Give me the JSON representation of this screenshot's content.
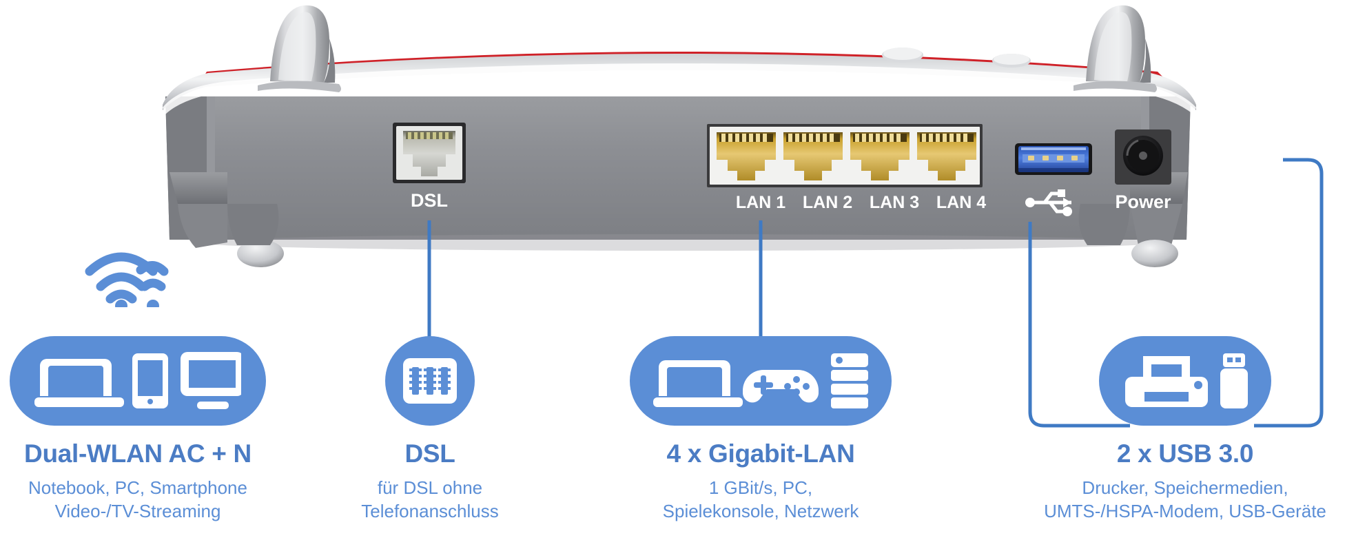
{
  "device": {
    "name": "FRITZ!Box style DSL router (rear view)",
    "accent_red": "#d42a2a",
    "body_gray": "#8a8c90",
    "ports": {
      "dsl_label": "DSL",
      "lan_labels": [
        "LAN 1",
        "LAN 2",
        "LAN 3",
        "LAN 4"
      ],
      "usb_label": "usb-trident-icon",
      "power_label": "Power"
    }
  },
  "theme": {
    "blue": "#5b8ed6",
    "blue_dark": "#4b7cc4",
    "line": "#3f7ac4",
    "white": "#ffffff"
  },
  "features": [
    {
      "id": "wlan",
      "title": "Dual-WLAN AC + N",
      "sub_line1": "Notebook, PC, Smartphone",
      "sub_line2": "Video-/TV-Streaming",
      "icons": [
        "laptop-icon",
        "smartphone-icon",
        "monitor-icon"
      ],
      "badge_icon": "wifi-dual-band-icon"
    },
    {
      "id": "dsl",
      "title": "DSL",
      "sub_line1": "für DSL ohne",
      "sub_line2": "Telefonanschluss",
      "icons": [
        "rj11-jack-icon"
      ]
    },
    {
      "id": "lan",
      "title": "4 x Gigabit-LAN",
      "sub_line1": "1 GBit/s, PC,",
      "sub_line2": "Spielekonsole, Netzwerk",
      "icons": [
        "laptop-icon",
        "gamepad-icon",
        "nas-server-icon"
      ]
    },
    {
      "id": "usb",
      "title": "2 x USB 3.0",
      "sub_line1": "Drucker, Speichermedien,",
      "sub_line2": "UMTS-/HSPA-Modem, USB-Geräte",
      "icons": [
        "printer-icon",
        "usb-stick-icon"
      ]
    }
  ]
}
